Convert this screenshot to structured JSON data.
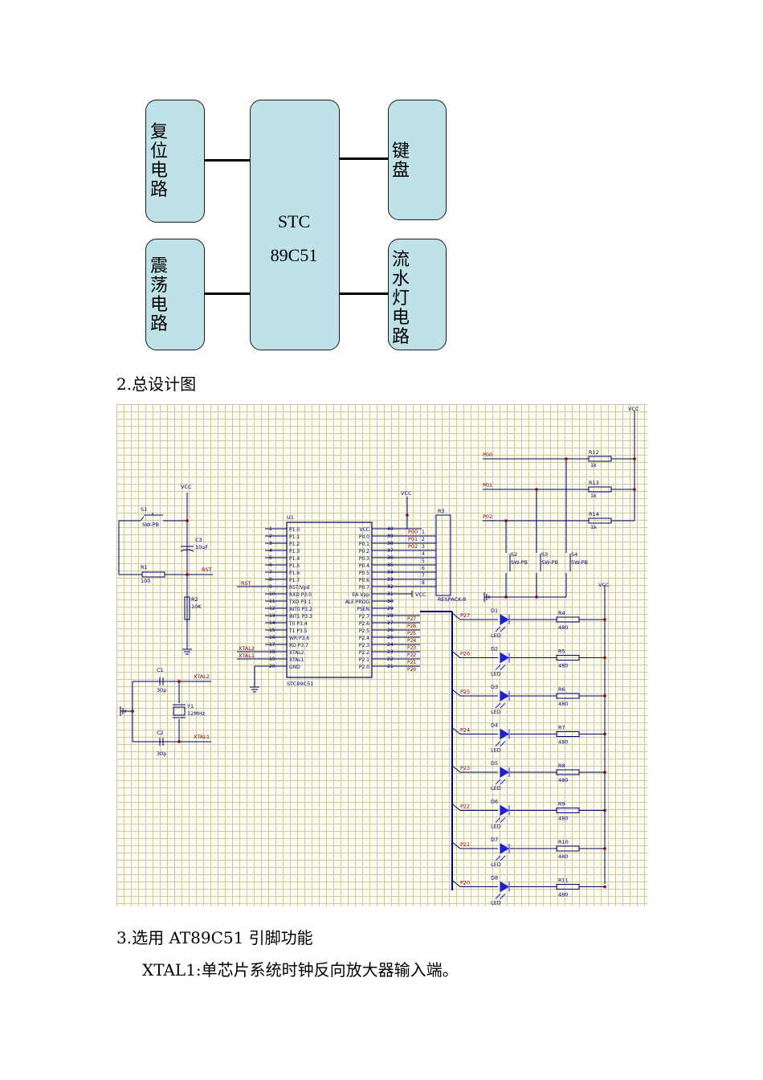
{
  "block_diagram": {
    "reset_label": "复位电路",
    "osc_label": "震荡电路",
    "mcu_line1": "STC",
    "mcu_line2": "89C51",
    "keyboard_label": "键盘",
    "led_label": "流水灯电路"
  },
  "section2_title": "2.总设计图",
  "schematic": {
    "vcc": "VCC",
    "switch_s1": "S1",
    "switch_type": "SW-PB",
    "cap_c3": "C3",
    "cap_c3_val": "10uF",
    "res_r1": "R1",
    "res_r1_val": "100",
    "res_r2": "R2",
    "res_r2_val": "10K",
    "rst": "RST",
    "cap_c1": "C1",
    "cap_c2": "C2",
    "cap_val": "30p",
    "xtal_y1": "Y1",
    "xtal_freq": "12MHz",
    "xtal1": "XTAL1",
    "xtal2": "XTAL2",
    "chip_ref": "U1",
    "chip_name": "STC89C51",
    "left_pins": [
      "P1.0",
      "P1.1",
      "P1.2",
      "P1.3",
      "P1.4",
      "P1.5",
      "P1.6",
      "P1.7",
      "RST/Vpd",
      "RXD P3.0",
      "TXD P3.1",
      "INT0 P3.2",
      "INT1 P3.3",
      "T0 P3.4",
      "T1 P3.5",
      "WR P3.6",
      "RD P3.7",
      "XTAL2",
      "XTAL1",
      "GND"
    ],
    "left_nums": [
      "1",
      "2",
      "3",
      "4",
      "5",
      "6",
      "7",
      "8",
      "9",
      "10",
      "11",
      "12",
      "13",
      "14",
      "15",
      "16",
      "17",
      "18",
      "19",
      "20"
    ],
    "right_pins": [
      "VCC",
      "P0.0",
      "P0.1",
      "P0.2",
      "P0.3",
      "P0.4",
      "P0.5",
      "P0.6",
      "P0.7",
      "EA Vpp",
      "ALE PROG",
      "PSEN",
      "P2.7",
      "P2.6",
      "P2.5",
      "P2.4",
      "P2.3",
      "P2.2",
      "P2.1",
      "P2.0"
    ],
    "right_nums": [
      "40",
      "39",
      "38",
      "37",
      "36",
      "35",
      "34",
      "33",
      "32",
      "31",
      "30",
      "29",
      "28",
      "27",
      "26",
      "25",
      "24",
      "23",
      "22",
      "21"
    ],
    "resistor_pack": "R3",
    "resistor_pack_name": "RESPACK-8",
    "pack_pins": [
      "1",
      "2",
      "3",
      "4",
      "5",
      "6",
      "7",
      "8"
    ],
    "p0_nets": [
      "P00",
      "P01",
      "P02"
    ],
    "pullups": [
      {
        "ref": "R12",
        "val": "1k"
      },
      {
        "ref": "R13",
        "val": "1k"
      },
      {
        "ref": "R14",
        "val": "1k"
      }
    ],
    "switches": [
      "S2",
      "S3",
      "S4"
    ],
    "led_nets": [
      "P27",
      "P26",
      "P25",
      "P24",
      "P23",
      "P22",
      "P21",
      "P20"
    ],
    "leds": [
      "D1",
      "D2",
      "D3",
      "D4",
      "D5",
      "D6",
      "D7",
      "D8"
    ],
    "led_type": "LED",
    "led_resistors": [
      {
        "ref": "R4",
        "val": "480"
      },
      {
        "ref": "R5",
        "val": "480"
      },
      {
        "ref": "R6",
        "val": "480"
      },
      {
        "ref": "R7",
        "val": "480"
      },
      {
        "ref": "R8",
        "val": "480"
      },
      {
        "ref": "R9",
        "val": "480"
      },
      {
        "ref": "R10",
        "val": "480"
      },
      {
        "ref": "R11",
        "val": "480"
      }
    ]
  },
  "section3_title": "3.选用 AT89C51 引脚功能",
  "paragraph": "XTAL1:单芯片系统时钟反向放大器输入端。",
  "colors": {
    "block_fill": "#bfe1e8",
    "wire": "#000066",
    "led": "#1f1fd6",
    "net_label": "#8b0000",
    "grid": "#ccc7a5"
  }
}
